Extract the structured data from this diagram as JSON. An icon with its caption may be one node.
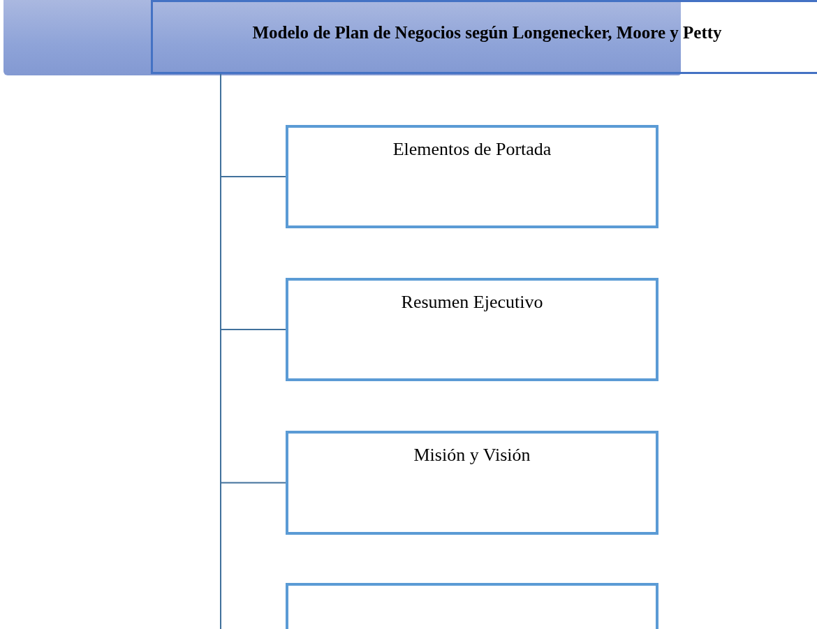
{
  "diagram": {
    "nodes": [
      {
        "text": [
          "Modelo de Plan de Negocios según Longenecker, Moore y Petty"
        ]
      },
      {
        "text": [
          "Elementos de Portada"
        ]
      },
      {
        "text": [
          "Resumen Ejecutivo"
        ]
      },
      {
        "text": [
          "Misión y Visión"
        ]
      },
      {
        "text": [],
        "shape": "box"
      }
    ],
    "edges": [
      {
        "from": 0,
        "to": 1,
        "arrow": "none"
      },
      {
        "from": 0,
        "to": 2,
        "arrow": "none"
      },
      {
        "from": 0,
        "to": 3,
        "arrow": "none"
      }
    ]
  }
}
